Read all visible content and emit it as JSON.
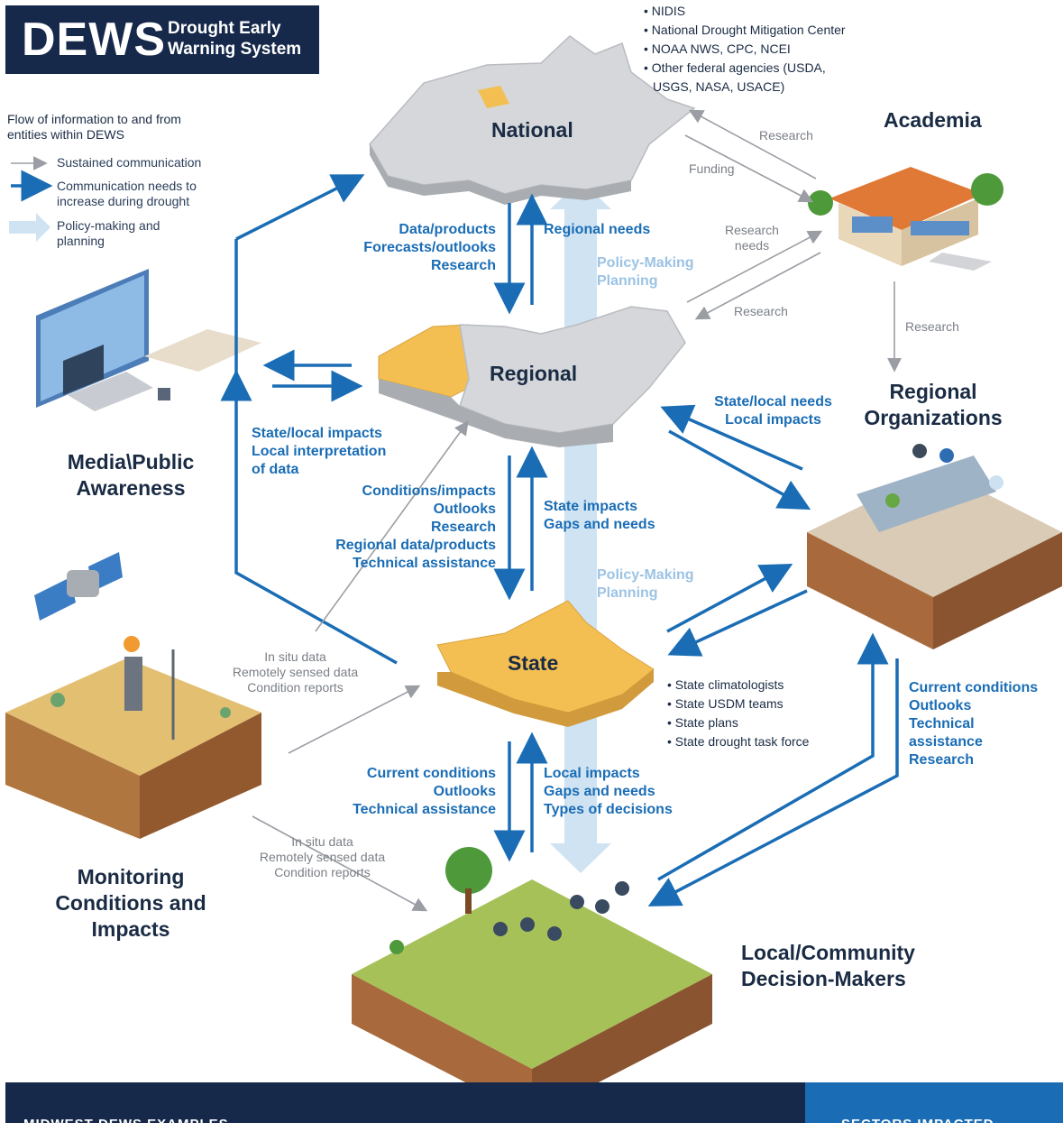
{
  "logo": {
    "big": "DEWS",
    "line1": "Drought Early",
    "line2": "Warning System"
  },
  "legend": {
    "title_line1": "Flow of information to and from",
    "title_line2": "entities within DEWS",
    "item1": "Sustained communication",
    "item2_line1": "Communication needs to",
    "item2_line2": "increase during drought",
    "item3_line1": "Policy-making and",
    "item3_line2": "planning"
  },
  "national": {
    "label": "National",
    "members": [
      "NIDIS",
      "National Drought Mitigation Center",
      "NOAA NWS, CPC, NCEI",
      "Other federal agencies (USDA,",
      "USGS, NASA, USACE)"
    ]
  },
  "regional": {
    "label": "Regional"
  },
  "state": {
    "label": "State",
    "members": [
      "State climatologists",
      "State USDM teams",
      "State plans",
      "State drought task force"
    ]
  },
  "academia": {
    "label": "Academia"
  },
  "regional_orgs": {
    "line1": "Regional",
    "line2": "Organizations"
  },
  "media": {
    "line1": "Media\\Public",
    "line2": "Awareness"
  },
  "monitoring": {
    "line1": "Monitoring",
    "line2": "Conditions and",
    "line3": "Impacts"
  },
  "local": {
    "line1": "Local/Community",
    "line2": "Decision-Makers"
  },
  "flows": {
    "nat_down": [
      "Data/products",
      "Forecasts/outlooks",
      "Research"
    ],
    "nat_up": "Regional needs",
    "policy1": [
      "Policy-Making",
      "Planning"
    ],
    "policy2": [
      "Policy-Making",
      "Planning"
    ],
    "media_in": [
      "State/local impacts",
      "Local interpretation",
      "of data"
    ],
    "reg_down": [
      "Conditions/impacts",
      "Outlooks",
      "Research",
      "Regional data/products",
      "Technical assistance"
    ],
    "reg_up": [
      "State impacts",
      "Gaps and needs"
    ],
    "regorg": [
      "State/local needs",
      "Local impacts"
    ],
    "state_down": [
      "Current conditions",
      "Outlooks",
      "Technical assistance"
    ],
    "state_up": [
      "Local impacts",
      "Gaps and needs",
      "Types of decisions"
    ],
    "regorg_down": [
      "Current conditions",
      "Outlooks",
      "Technical",
      "assistance",
      "Research"
    ],
    "insitu1": [
      "In situ data",
      "Remotely sensed data",
      "Condition reports"
    ],
    "insitu2": [
      "In situ data",
      "Remotely sensed data",
      "Condition reports"
    ],
    "research1": "Research",
    "funding": "Funding",
    "research_needs": [
      "Research",
      "needs"
    ],
    "research2": "Research",
    "research3": "Research"
  },
  "footer": {
    "left": "MIDWEST DEWS EXAMPLES",
    "right": "SECTORS IMPACTED"
  },
  "colors": {
    "navy": "#16294a",
    "blue": "#1a6db5",
    "light_blue": "#cfe3f3",
    "grey_map": "#d5d7da",
    "yellow_map": "#f4bf52"
  }
}
